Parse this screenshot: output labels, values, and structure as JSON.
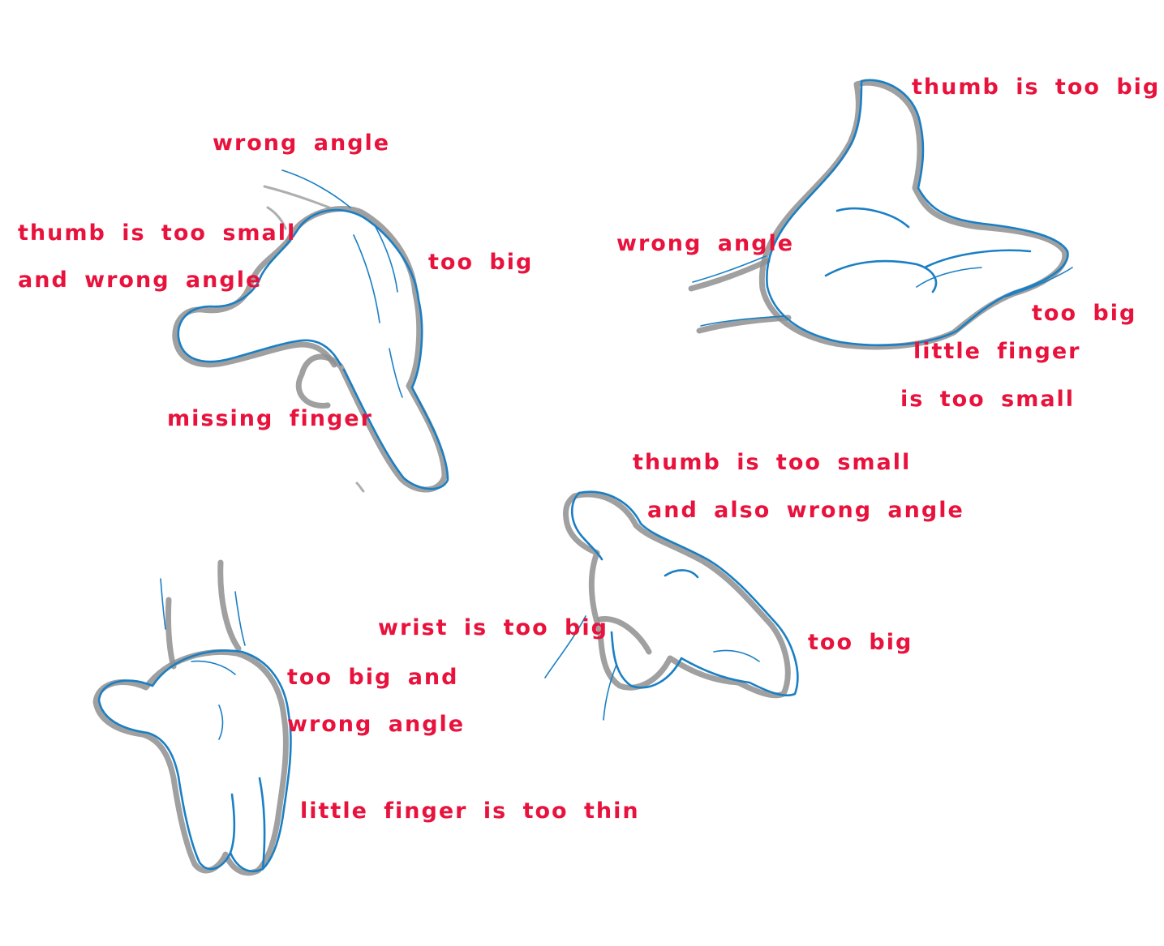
{
  "colors": {
    "annotation": "#e8123c",
    "sketch_line": "#1a7fc4",
    "shadow_line": "#8f8f8f"
  },
  "annotations": {
    "hand1_wrong_angle": "wrong angle",
    "hand1_thumb_line1": "thumb is too small",
    "hand1_thumb_line2": "and wrong angle",
    "hand1_too_big": "too big",
    "hand1_missing_finger": "missing finger",
    "hand2_thumb_too_big": "thumb is too big",
    "hand2_wrong_angle": "wrong angle",
    "hand2_too_big": "too big",
    "hand2_little_finger_line1": "little finger",
    "hand2_little_finger_line2": "is too small",
    "hand3_thumb_line1": "thumb is too small",
    "hand3_thumb_line2": "and also wrong angle",
    "hand3_wrist": "wrist is too big",
    "hand3_too_big": "too big",
    "hand4_line1": "too big and",
    "hand4_line2": "wrong angle",
    "hand4_little_finger": "little finger is too thin"
  }
}
